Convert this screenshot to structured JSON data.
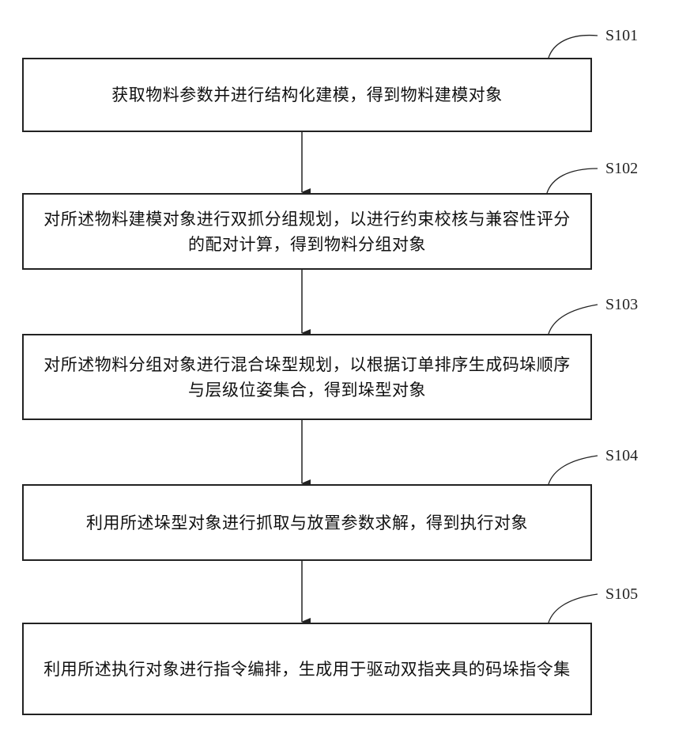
{
  "steps": [
    {
      "id": "S101",
      "text": "获取物料参数并进行结构化建模，得到物料建模对象"
    },
    {
      "id": "S102",
      "text": "对所述物料建模对象进行双抓分组规划，以进行约束校核与兼容性评分的配对计算，得到物料分组对象"
    },
    {
      "id": "S103",
      "text": "对所述物料分组对象进行混合垛型规划，以根据订单排序生成码垛顺序与层级位姿集合，得到垛型对象"
    },
    {
      "id": "S104",
      "text": "利用所述垛型对象进行抓取与放置参数求解，得到执行对象"
    },
    {
      "id": "S105",
      "text": "利用所述执行对象进行指令编排，生成用于驱动双指夹具的码垛指令集"
    }
  ]
}
